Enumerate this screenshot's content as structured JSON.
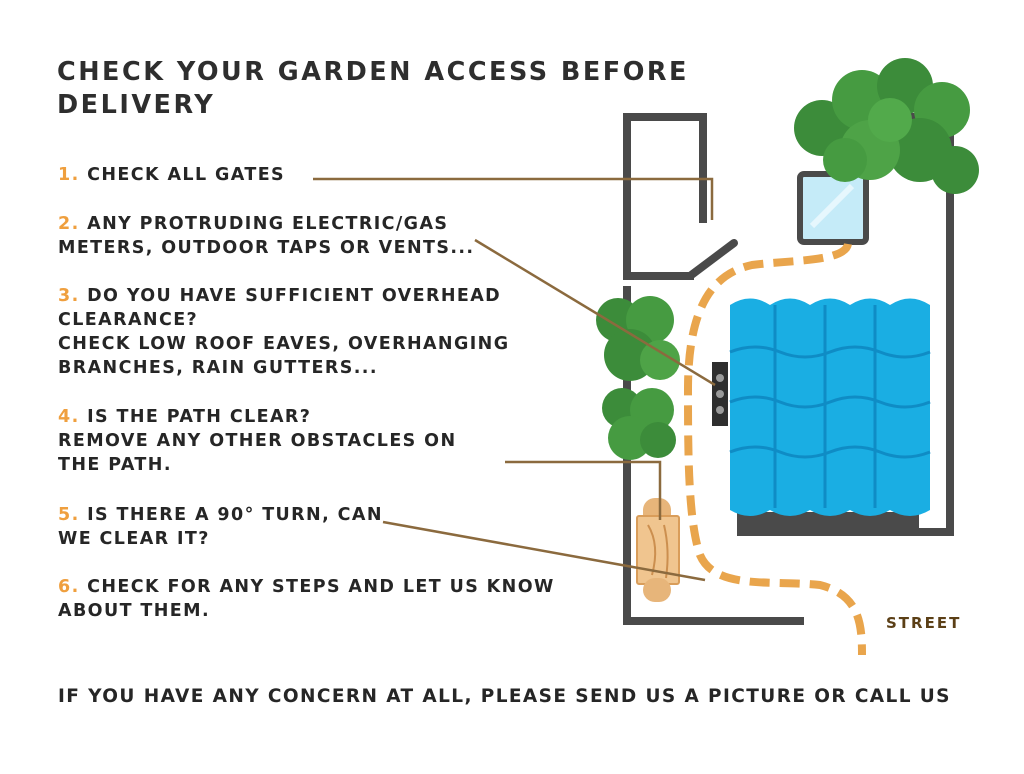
{
  "title": "CHECK YOUR GARDEN ACCESS BEFORE DELIVERY",
  "steps": [
    {
      "num": "1.",
      "lines": [
        "CHECK ALL GATES"
      ]
    },
    {
      "num": "2.",
      "lines": [
        "ANY PROTRUDING ELECTRIC/GAS",
        "METERS, OUTDOOR TAPS OR VENTS..."
      ]
    },
    {
      "num": "3.",
      "lines": [
        "DO YOU HAVE SUFFICIENT OVERHEAD",
        "CLEARANCE?",
        "CHECK LOW ROOF EAVES, OVERHANGING",
        "BRANCHES, RAIN GUTTERS..."
      ]
    },
    {
      "num": "4.",
      "lines": [
        "IS THE PATH CLEAR?",
        "REMOVE ANY OTHER OBSTACLES ON",
        "THE PATH."
      ]
    },
    {
      "num": "5.",
      "lines": [
        "IS THERE A 90° TURN, CAN",
        "WE CLEAR IT?"
      ]
    },
    {
      "num": "6.",
      "lines": [
        "CHECK FOR ANY STEPS AND LET US KNOW",
        "ABOUT THEM."
      ]
    }
  ],
  "street_label": "STREET",
  "footer": "IF YOU HAVE ANY CONCERN AT ALL, PLEASE SEND US A PICTURE OR CALL US",
  "colors": {
    "number_accent": "#ef9f3e",
    "text": "#262626",
    "wall": "#4a4a4a",
    "path_dash": "#e9a54c",
    "leader_line": "#8b6a3e",
    "roof_blue": "#1aaee3",
    "tree_green": "#3f8f3b",
    "pool_water": "#bfe8f7",
    "street_text": "#5b3f16"
  },
  "icons": [
    "tree-icon",
    "pool-icon",
    "meter-icon",
    "bench-icon",
    "gate-icon",
    "house-roof-icon"
  ]
}
